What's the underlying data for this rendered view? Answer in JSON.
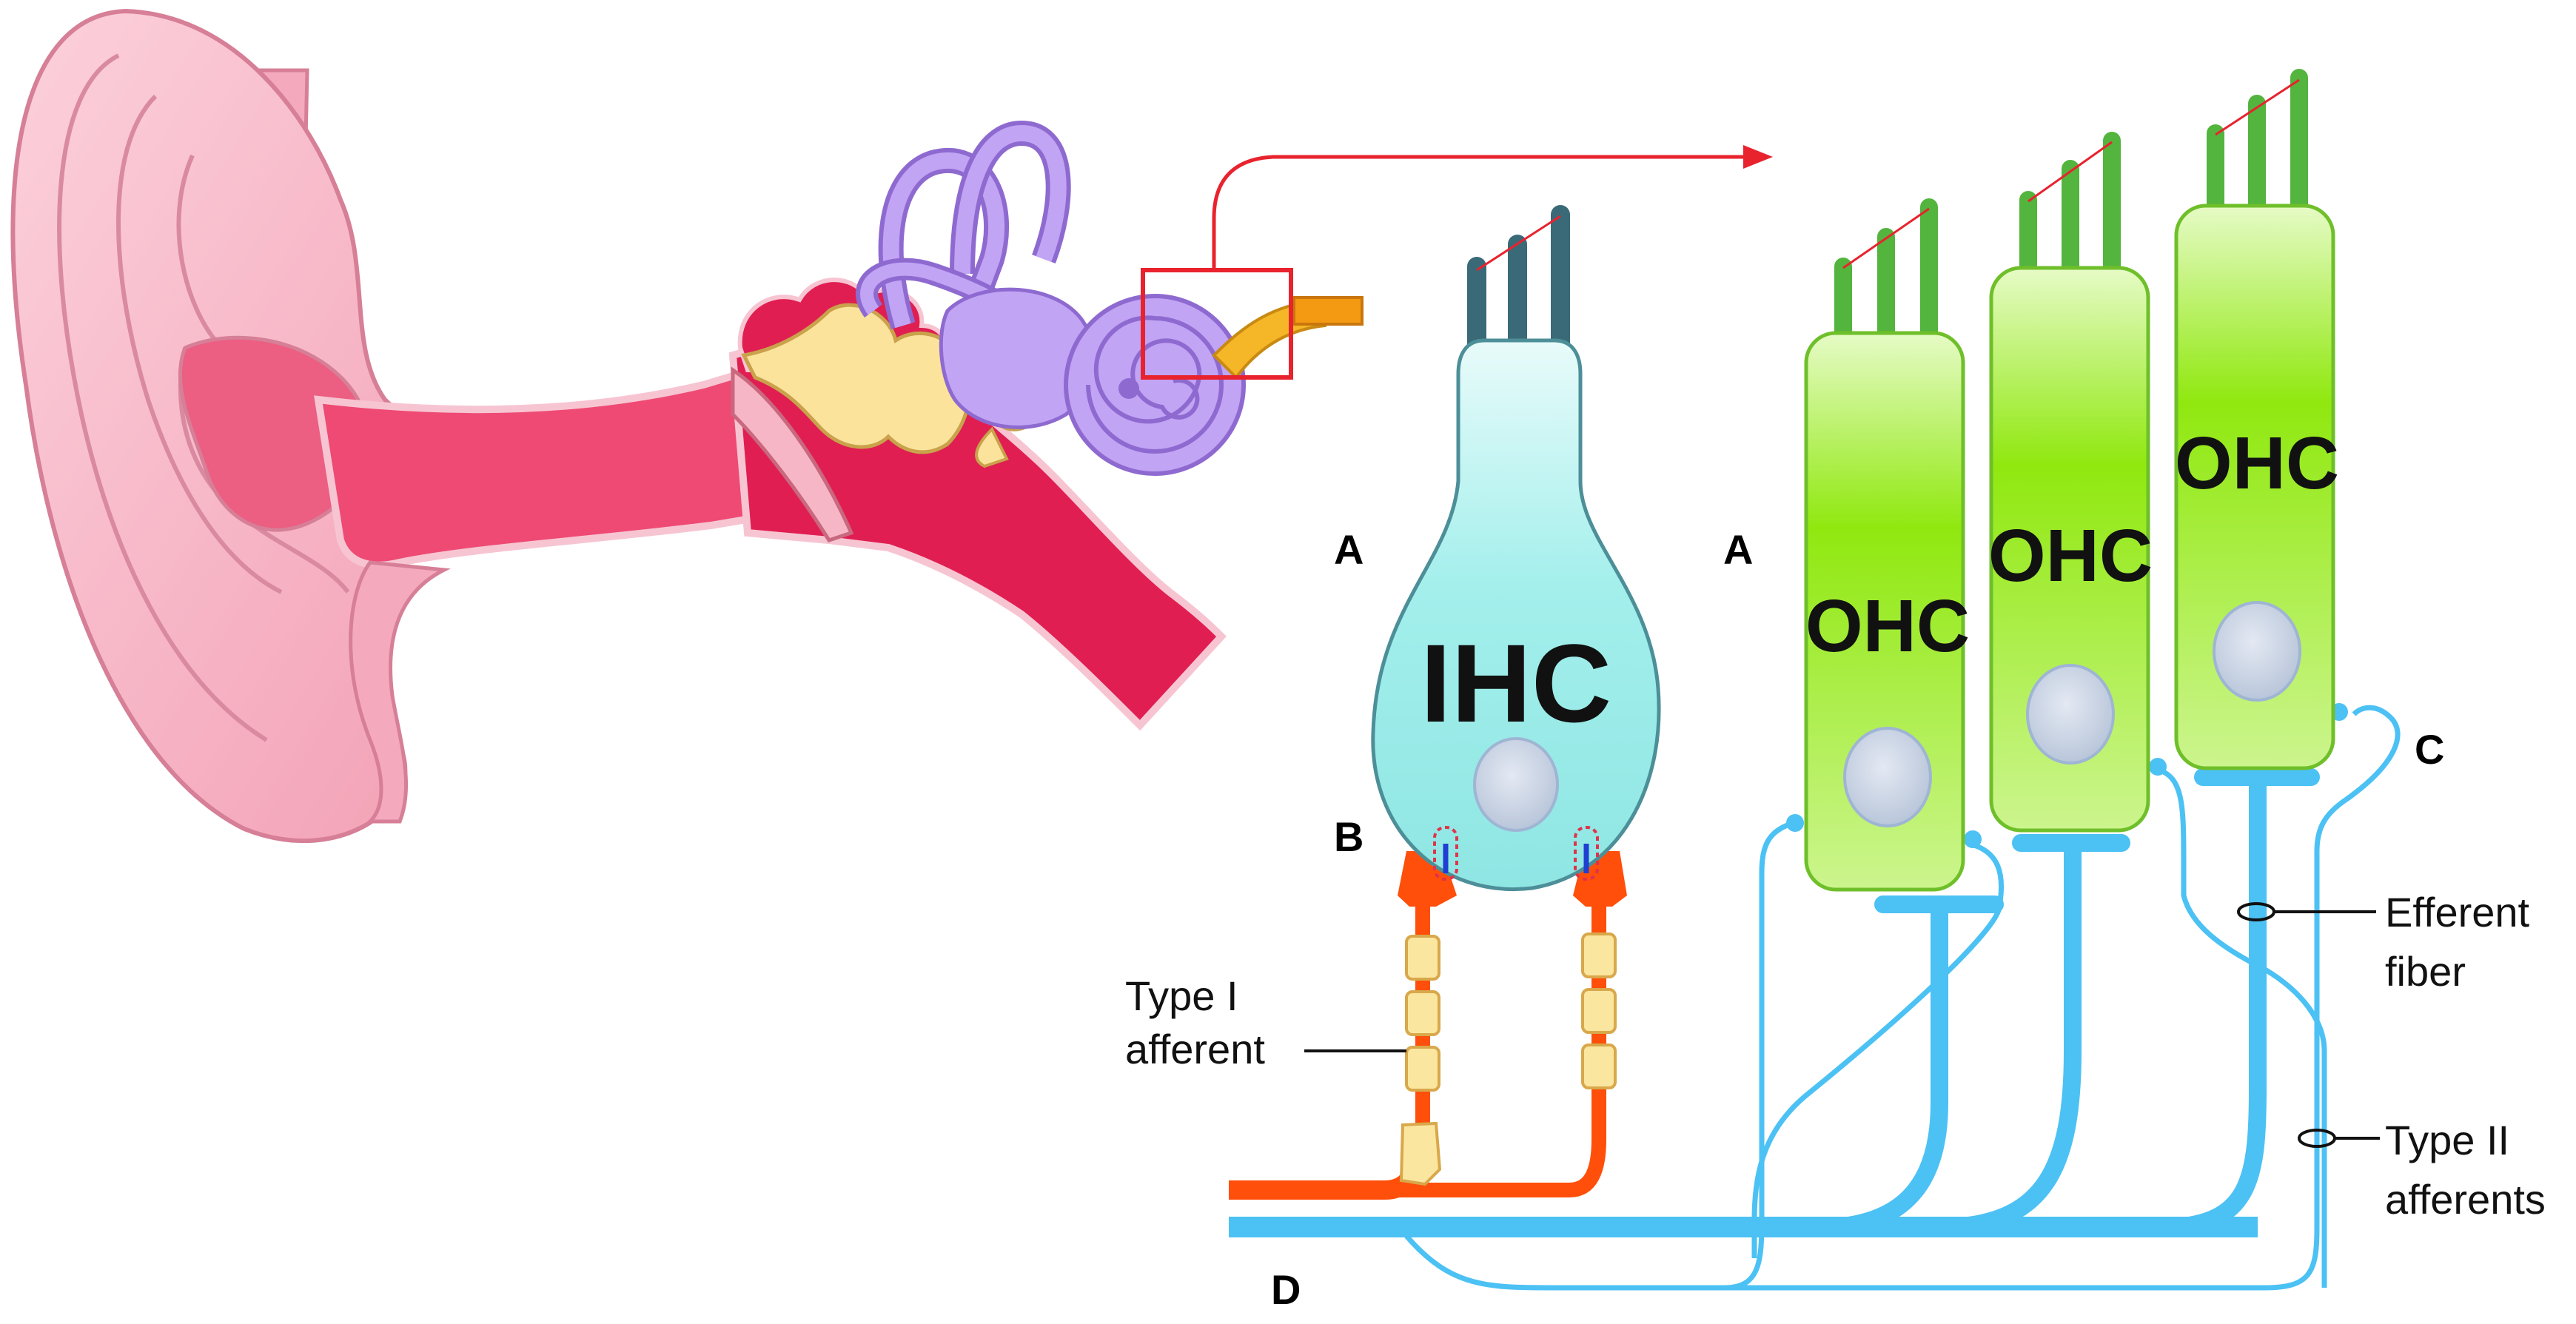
{
  "labels": {
    "ihc": "IHC",
    "ohc": [
      "OHC",
      "OHC",
      "OHC"
    ],
    "letter_a_ihc": "A",
    "letter_a_ohc": "A",
    "letter_b": "B",
    "letter_c": "C",
    "letter_d": "D",
    "type1_line1": "Type I",
    "type1_line2": "afferent",
    "efferent_line1": "Efferent",
    "efferent_line2": "fiber",
    "type2_line1": "Type II",
    "type2_line2": "afferents"
  },
  "colors": {
    "ear_skin": "#f6b3c4",
    "ear_outline": "#d67f97",
    "canal": "#e8285a",
    "ossicles": "#fbe39c",
    "cochlea": "#b99af0",
    "nerve": "#f39a12",
    "inset_box": "#e8232e",
    "ihc_fill": "#a6f1ee",
    "ohc_fill": "#97ec23",
    "stereocilia_ihc": "#3a6a78",
    "stereocilia_ohc": "#53b43e",
    "type1_fiber": "#ff4f0a",
    "type2_efferent": "#4cc1f4",
    "nucleus": "#c9d5e6"
  },
  "icons": [
    "ear-anatomy-icon",
    "zoom-arrow-icon"
  ]
}
